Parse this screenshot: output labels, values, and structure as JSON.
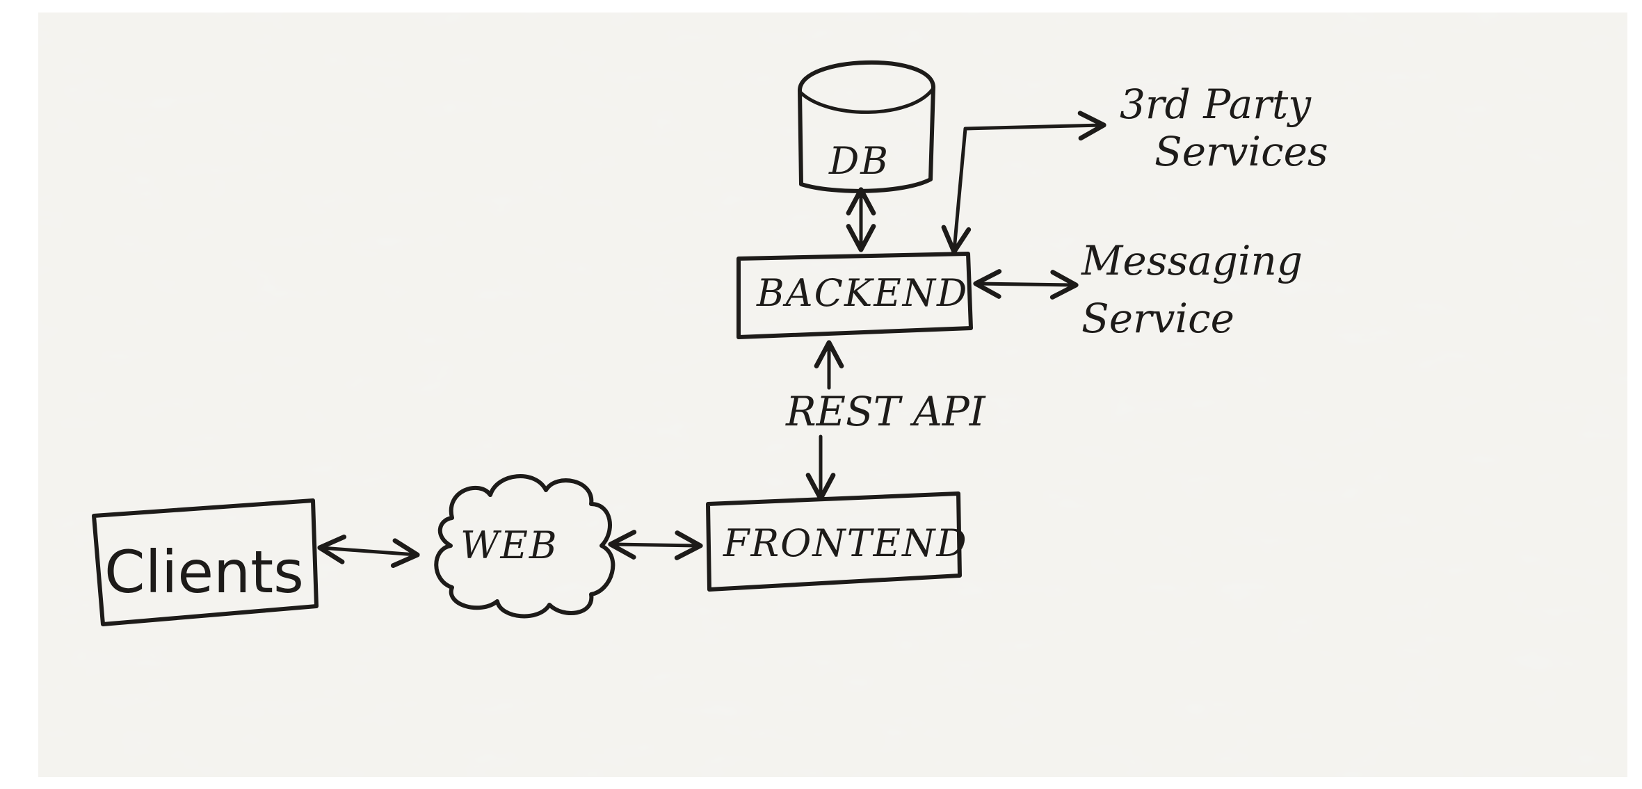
{
  "diagram": {
    "paper_color": "#f4f3ef",
    "ink_color": "#1d1b19",
    "nodes": {
      "db": {
        "label": "DB",
        "shape": "cylinder"
      },
      "backend": {
        "label": "BACKEND",
        "shape": "box"
      },
      "frontend": {
        "label": "FRONTEND",
        "shape": "box"
      },
      "web": {
        "label": "WEB",
        "shape": "cloud"
      },
      "clients": {
        "label": "Clients",
        "shape": "box"
      },
      "third_party": {
        "line1": "3rd Party",
        "line2": "Services"
      },
      "messaging": {
        "line1": "Messaging",
        "line2": "Service"
      }
    },
    "edges": {
      "rest_api_label": "REST API"
    }
  }
}
